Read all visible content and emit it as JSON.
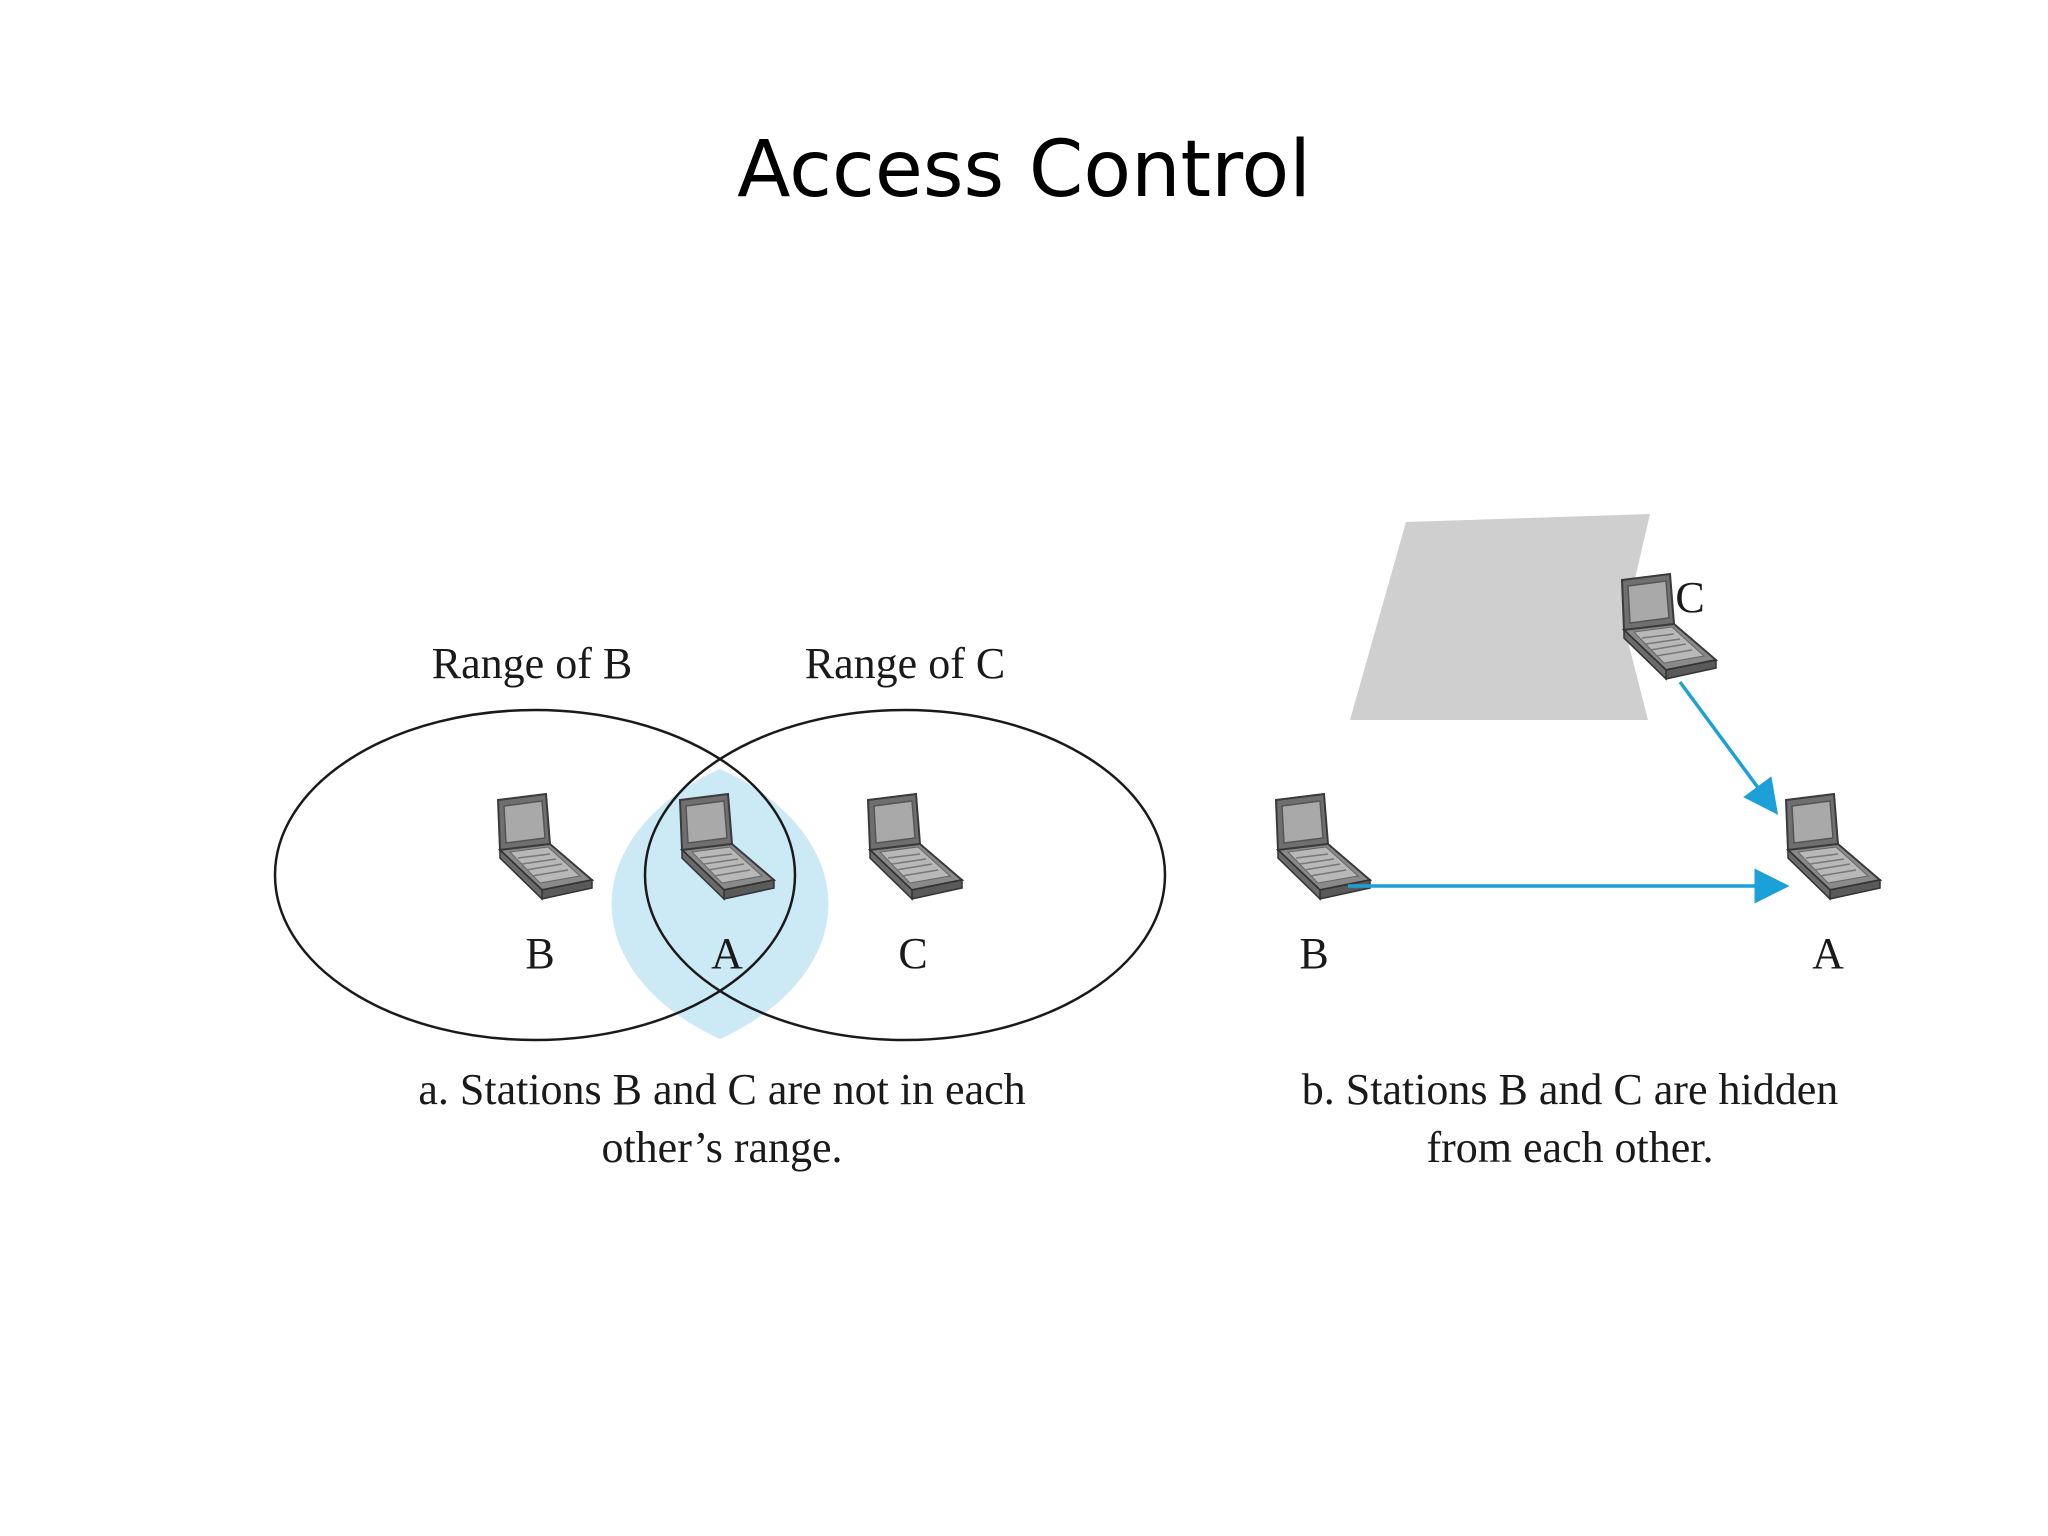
{
  "slide": {
    "title": "Access Control"
  },
  "panel_a": {
    "range_b_label": "Range of B",
    "range_c_label": "Range of C",
    "station_b_label": "B",
    "station_a_label": "A",
    "station_c_label": "C",
    "caption_line1": "a. Stations B and C are not in each",
    "caption_line2": "other’s range."
  },
  "panel_b": {
    "station_c_label": "C",
    "station_b_label": "B",
    "station_a_label": "A",
    "caption_line1": "b. Stations B and C are hidden",
    "caption_line2": "from each other."
  },
  "colors": {
    "overlap_fill": "#cce9f6",
    "arrow": "#1ba1d8",
    "obstacle": "#cfcfcf",
    "laptop_body": "#8a8a8a"
  },
  "icons": {
    "station": "laptop-icon"
  }
}
